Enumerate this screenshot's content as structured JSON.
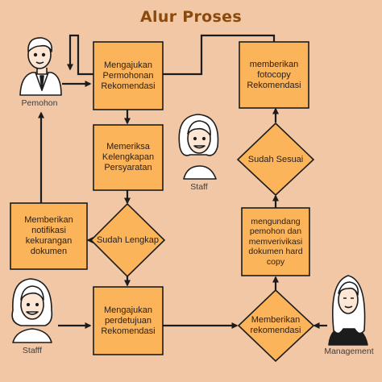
{
  "title": "Alur Proses",
  "nodes": {
    "mengajukan_rekomendasi": "Mengajukan\nPermohonan\nRekomendasi",
    "memberikan_fotocopy": "memberikan\nfotocopy\nRekomendasi",
    "memeriksa_kelengkapan": "Memeriksa\nKelengkapan\nPersyaratan",
    "sudah_sesuai": "Sudah Sesuai",
    "memberikan_notifikasi": "Memberikan\nnotifikasi\nkekurangan\ndokumen",
    "sudah_lengkap": "Sudah Lengkap",
    "mengundang_pemohon": "mengundang\npemohon dan\nmemverivikasi\ndokumen hard\ncopy",
    "mengajukan_perdetujuan": "Mengajukan\nperdetujuan\nRekomendasi",
    "memberikan_rekomendasi": "Memberikan\nrekomendasi"
  },
  "actors": {
    "pemohon": "Pemohon",
    "staff": "Staff",
    "stafff": "Stafff",
    "management": "Management"
  },
  "colors": {
    "background": "#f2c7a6",
    "box_fill": "#fbb45a",
    "stroke": "#1c1c1c",
    "title": "#8a4a0c"
  }
}
